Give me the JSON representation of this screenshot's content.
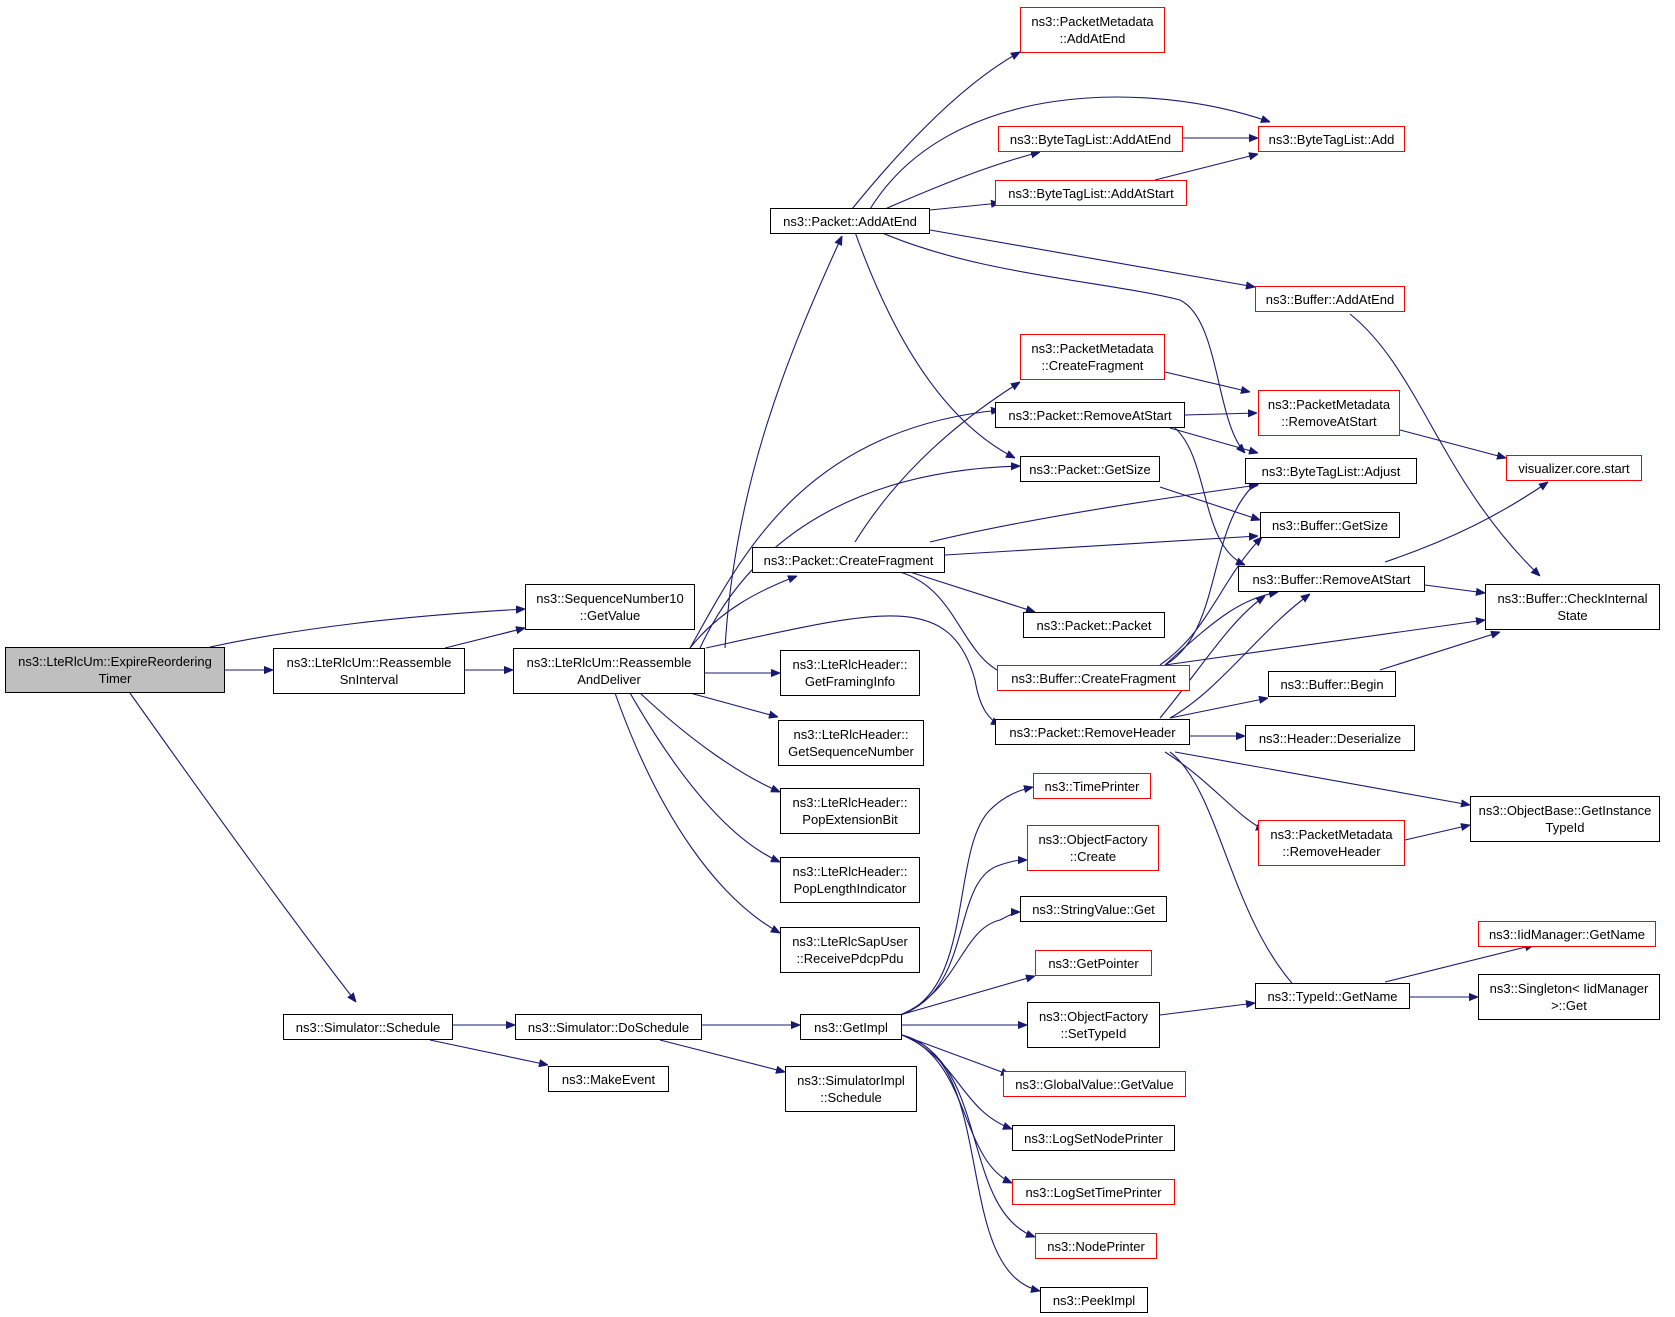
{
  "title": "Call graph for ns3::LteRlcUm::ExpireReorderingTimer",
  "colors": {
    "edge": "#191970",
    "node_border": "#000000",
    "truncated_border": "#ff0000",
    "root_fill": "#bfbfbf"
  },
  "nodes": {
    "expire": "ns3::LteRlcUm::ExpireReordering\nTimer",
    "seqnum": "ns3::SequenceNumber10\n::GetValue",
    "reassembleSn": "ns3::LteRlcUm::Reassemble\nSnInterval",
    "reassembleDeliver": "ns3::LteRlcUm::Reassemble\nAndDeliver",
    "schedule": "ns3::Simulator::Schedule",
    "doSchedule": "ns3::Simulator::DoSchedule",
    "makeEvent": "ns3::MakeEvent",
    "getImpl": "ns3::GetImpl",
    "simImplSchedule": "ns3::SimulatorImpl\n::Schedule",
    "packetAddAtEnd": "ns3::Packet::AddAtEnd",
    "createFragment": "ns3::Packet::CreateFragment",
    "removeHeader": "ns3::Packet::RemoveHeader",
    "removeAtStart": "ns3::Packet::RemoveAtStart",
    "getSize": "ns3::Packet::GetSize",
    "pmCreateFragment": "ns3::PacketMetadata\n::CreateFragment",
    "packetCtor": "ns3::Packet::Packet",
    "bufCreateFragment": "ns3::Buffer::CreateFragment",
    "getFramingInfo": "ns3::LteRlcHeader::\nGetFramingInfo",
    "getSeqNumber": "ns3::LteRlcHeader::\nGetSequenceNumber",
    "popExtBit": "ns3::LteRlcHeader::\nPopExtensionBit",
    "popLenInd": "ns3::LteRlcHeader::\nPopLengthIndicator",
    "receivePdcp": "ns3::LteRlcSapUser\n::ReceivePdcpPdu",
    "pmAddAtEnd": "ns3::PacketMetadata\n::AddAtEnd",
    "btlAddAtEnd": "ns3::ByteTagList::AddAtEnd",
    "btlAddAtStart": "ns3::ByteTagList::AddAtStart",
    "btlAdd": "ns3::ByteTagList::Add",
    "bufAddAtEnd": "ns3::Buffer::AddAtEnd",
    "pmRemoveAtStart": "ns3::PacketMetadata\n::RemoveAtStart",
    "btlAdjust": "ns3::ByteTagList::Adjust",
    "bufGetSize": "ns3::Buffer::GetSize",
    "bufRemoveAtStart": "ns3::Buffer::RemoveAtStart",
    "bufBegin": "ns3::Buffer::Begin",
    "headerDeserialize": "ns3::Header::Deserialize",
    "pmRemoveHeader": "ns3::PacketMetadata\n::RemoveHeader",
    "typeIdGetName": "ns3::TypeId::GetName",
    "vizStart": "visualizer.core.start",
    "checkInternal": "ns3::Buffer::CheckInternal\nState",
    "getInstanceTypeId": "ns3::ObjectBase::GetInstance\nTypeId",
    "iidGetName": "ns3::IidManager::GetName",
    "singletonGet": "ns3::Singleton< IidManager\n>::Get",
    "timePrinter": "ns3::TimePrinter",
    "ofCreate": "ns3::ObjectFactory\n::Create",
    "stringValueGet": "ns3::StringValue::Get",
    "getPointer": "ns3::GetPointer",
    "ofSetTypeId": "ns3::ObjectFactory\n::SetTypeId",
    "gvGetValue": "ns3::GlobalValue::GetValue",
    "logSetNodePrinter": "ns3::LogSetNodePrinter",
    "logSetTimePrinter": "ns3::LogSetTimePrinter",
    "nodePrinter": "ns3::NodePrinter",
    "peekImpl": "ns3::PeekImpl"
  }
}
